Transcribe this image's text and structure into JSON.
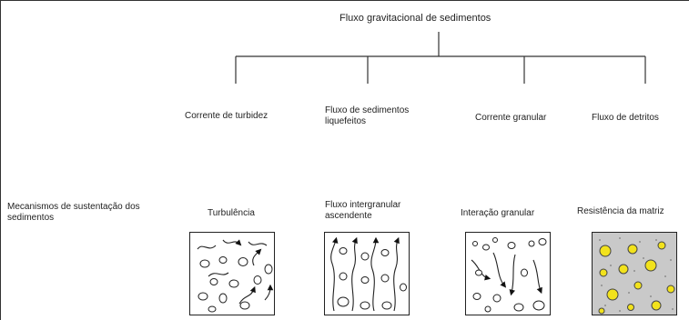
{
  "root": {
    "title": "Fluxo gravitacional de sedimentos"
  },
  "types": [
    {
      "label": "Corrente de turbidez"
    },
    {
      "label": "Fluxo de sedimentos liquefeitos"
    },
    {
      "label": "Corrente granular"
    },
    {
      "label": "Fluxo de detritos"
    }
  ],
  "mechanisms": {
    "row_label": "Mecanismos de sustentação dos sedimentos",
    "items": [
      {
        "label": "Turbulência",
        "icon": "turbulence-diagram"
      },
      {
        "label": "Fluxo intergranular ascendente",
        "icon": "upward-intergranular-flow-diagram"
      },
      {
        "label": "Interação granular",
        "icon": "granular-interaction-diagram"
      },
      {
        "label": "Resistência da matriz",
        "icon": "matrix-strength-diagram"
      }
    ]
  },
  "colors": {
    "grain_yellow": "#f2e21c",
    "matrix_gray": "#c9c9c9",
    "line": "#222222"
  }
}
